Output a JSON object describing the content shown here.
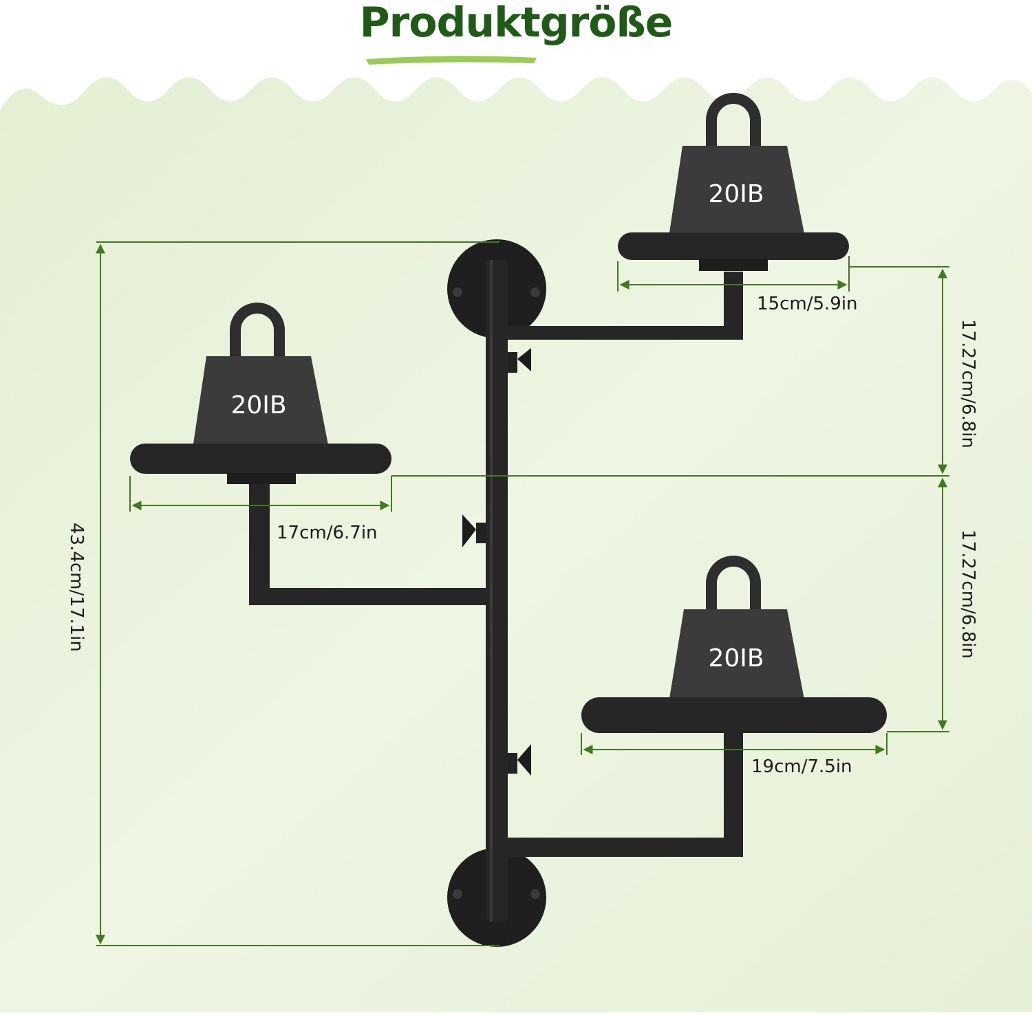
{
  "title": "Produktgröße",
  "colors": {
    "title": "#1f5a16",
    "dimension_line": "#3f7a1e",
    "metal": "#2a2a2a",
    "background": "#e9f2dc"
  },
  "shelves": [
    {
      "weight_label": "20IB",
      "width_label": "15cm/5.9in"
    },
    {
      "weight_label": "20IB",
      "width_label": "17cm/6.7in"
    },
    {
      "weight_label": "20IB",
      "width_label": "19cm/7.5in"
    }
  ],
  "dimensions": {
    "total_height": "43.4cm/17.1in",
    "upper_spacing": "17.27cm/6.8in",
    "lower_spacing": "17.27cm/6.8in"
  }
}
